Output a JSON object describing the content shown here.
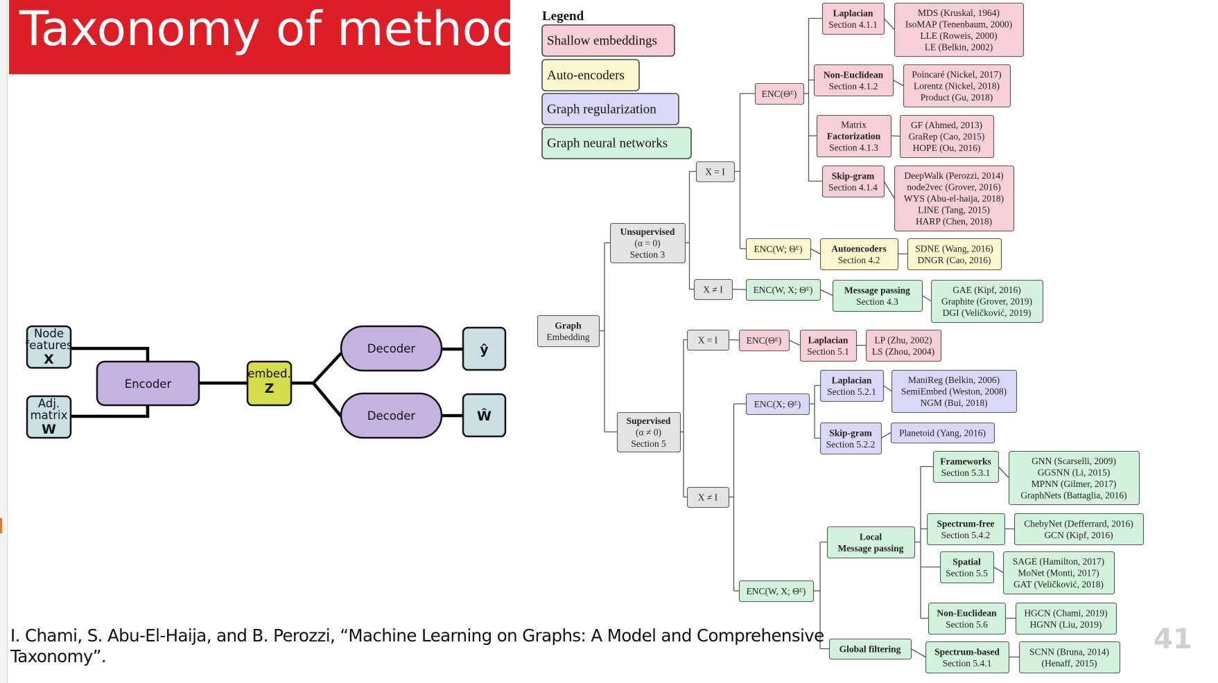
{
  "slide": {
    "title": "Taxonomy of methods",
    "citation": "I. Chami, S. Abu-El-Haija, and B. Perozzi, “Machine Learning on Graphs: A Model and Comprehensive Taxonomy”.",
    "page_number": "41"
  },
  "autoencoder": {
    "node_features": [
      "Node",
      "features",
      "X"
    ],
    "adj_matrix": [
      "Adj.",
      "matrix",
      "W"
    ],
    "encoder": "Encoder",
    "embed": [
      "embed.",
      "Z"
    ],
    "decoder_top": "Decoder",
    "decoder_bottom": "Decoder",
    "output_top": "ŷ",
    "output_bottom": "Ŵ"
  },
  "legend": {
    "title": "Legend",
    "items": [
      {
        "label": "Shallow embeddings",
        "color": "#f6cfd7"
      },
      {
        "label": "Auto-encoders",
        "color": "#fdf7cf"
      },
      {
        "label": "Graph regularization",
        "color": "#d9d9f7"
      },
      {
        "label": "Graph neural networks",
        "color": "#d2f2dc"
      }
    ]
  },
  "colors": {
    "gray": "#e3e3e3",
    "pink": "#f6cfd7",
    "yellow": "#fdf7cf",
    "blue": "#d9d9f7",
    "green": "#d2f2dc",
    "encoder_purple": "#c5b2e0",
    "embed_yellow": "#d4dd4b",
    "io_blue": "#c9dfe4",
    "banner_red": "#dc1f26"
  },
  "taxonomy": {
    "root": [
      "Graph",
      "Embedding"
    ],
    "unsupervised": [
      "Unsupervised",
      "(α = 0)",
      "Section 3"
    ],
    "supervised": [
      "Supervised",
      "(α ≠ 0)",
      "Section 5"
    ],
    "u_x_eq_i": [
      "X = I"
    ],
    "u_x_neq_i": [
      "X ≠ I"
    ],
    "s_x_eq_i": [
      "X = I"
    ],
    "s_x_neq_i": [
      "X ≠ I"
    ],
    "enc_theta": [
      "ENC(Θᴱ)"
    ],
    "enc_w_theta": [
      "ENC(W; Θᴱ)"
    ],
    "enc_wx_theta_u": [
      "ENC(W, X; Θᴱ)"
    ],
    "s_enc_theta": [
      "ENC(Θᴱ)"
    ],
    "enc_x_theta": [
      "ENC(X; Θᴱ)"
    ],
    "enc_wx_theta_s": [
      "ENC(W, X; Θᴱ)"
    ],
    "u_laplacian": [
      "Laplacian",
      "Section 4.1.1"
    ],
    "u_laplacian_methods": [
      "MDS (Kruskal, 1964)",
      "IsoMAP (Tenenbaum, 2000)",
      "LLE (Roweis, 2000)",
      "LE (Belkin, 2002)"
    ],
    "u_noneuclid": [
      "Non-Euclidean",
      "Section 4.1.2"
    ],
    "u_noneuclid_methods": [
      "Poincaré (Nickel, 2017)",
      "Lorentz (Nickel, 2018)",
      "Product (Gu, 2018)"
    ],
    "u_matrix": [
      "Matrix",
      "Factorization",
      "Section 4.1.3"
    ],
    "u_matrix_methods": [
      "GF (Ahmed, 2013)",
      "GraRep (Cao, 2015)",
      "HOPE (Ou, 2016)"
    ],
    "u_skipgram": [
      "Skip-gram",
      "Section 4.1.4"
    ],
    "u_skipgram_methods": [
      "DeepWalk (Perozzi, 2014)",
      "node2vec (Grover, 2016)",
      "WYS (Abu-el-haija, 2018)",
      "LINE (Tang, 2015)",
      "HARP (Chen, 2018)"
    ],
    "u_autoencoders": [
      "Autoencoders",
      "Section 4.2"
    ],
    "u_autoencoders_methods": [
      "SDNE (Wang, 2016)",
      "DNGR (Cao, 2016)"
    ],
    "u_msgpassing": [
      "Message passing",
      "Section 4.3"
    ],
    "u_msgpassing_methods": [
      "GAE (Kipf, 2016)",
      "Graphite (Grover, 2019)",
      "DGI (Veličković, 2019)"
    ],
    "s_laplacian1": [
      "Laplacian",
      "Section 5.1"
    ],
    "s_laplacian1_methods": [
      "LP (Zhu, 2002)",
      "LS (Zhou, 2004)"
    ],
    "s_laplacian2": [
      "Laplacian",
      "Section 5.2.1"
    ],
    "s_laplacian2_methods": [
      "ManiReg (Belkin, 2006)",
      "SemiEmbed (Weston, 2008)",
      "NGM (Bui, 2018)"
    ],
    "s_skipgram": [
      "Skip-gram",
      "Section 5.2.2"
    ],
    "s_skipgram_methods": [
      "Planetoid (Yang, 2016)"
    ],
    "s_local": [
      "Local",
      "Message passing"
    ],
    "s_global": [
      "Global filtering"
    ],
    "s_frameworks": [
      "Frameworks",
      "Section 5.3.1"
    ],
    "s_frameworks_methods": [
      "GNN (Scarselli, 2009)",
      "GGSNN (Li, 2015)",
      "MPNN (Gilmer, 2017)",
      "GraphNets (Battaglia, 2016)"
    ],
    "s_specfree": [
      "Spectrum-free",
      "Section 5.4.2"
    ],
    "s_specfree_methods": [
      "ChebyNet (Defferrard, 2016)",
      "GCN (Kipf, 2016)"
    ],
    "s_spatial": [
      "Spatial",
      "Section 5.5"
    ],
    "s_spatial_methods": [
      "SAGE (Hamilton, 2017)",
      "MoNet (Monti, 2017)",
      "GAT (Veličković, 2018)"
    ],
    "s_noneuclid": [
      "Non-Euclidean",
      "Section 5.6"
    ],
    "s_noneuclid_methods": [
      "HGCN (Chami, 2019)",
      "HGNN (Liu, 2019)"
    ],
    "s_specbased": [
      "Spectrum-based",
      "Section 5.4.1"
    ],
    "s_specbased_methods": [
      "SCNN (Bruna, 2014)",
      "(Henaff, 2015)"
    ]
  }
}
